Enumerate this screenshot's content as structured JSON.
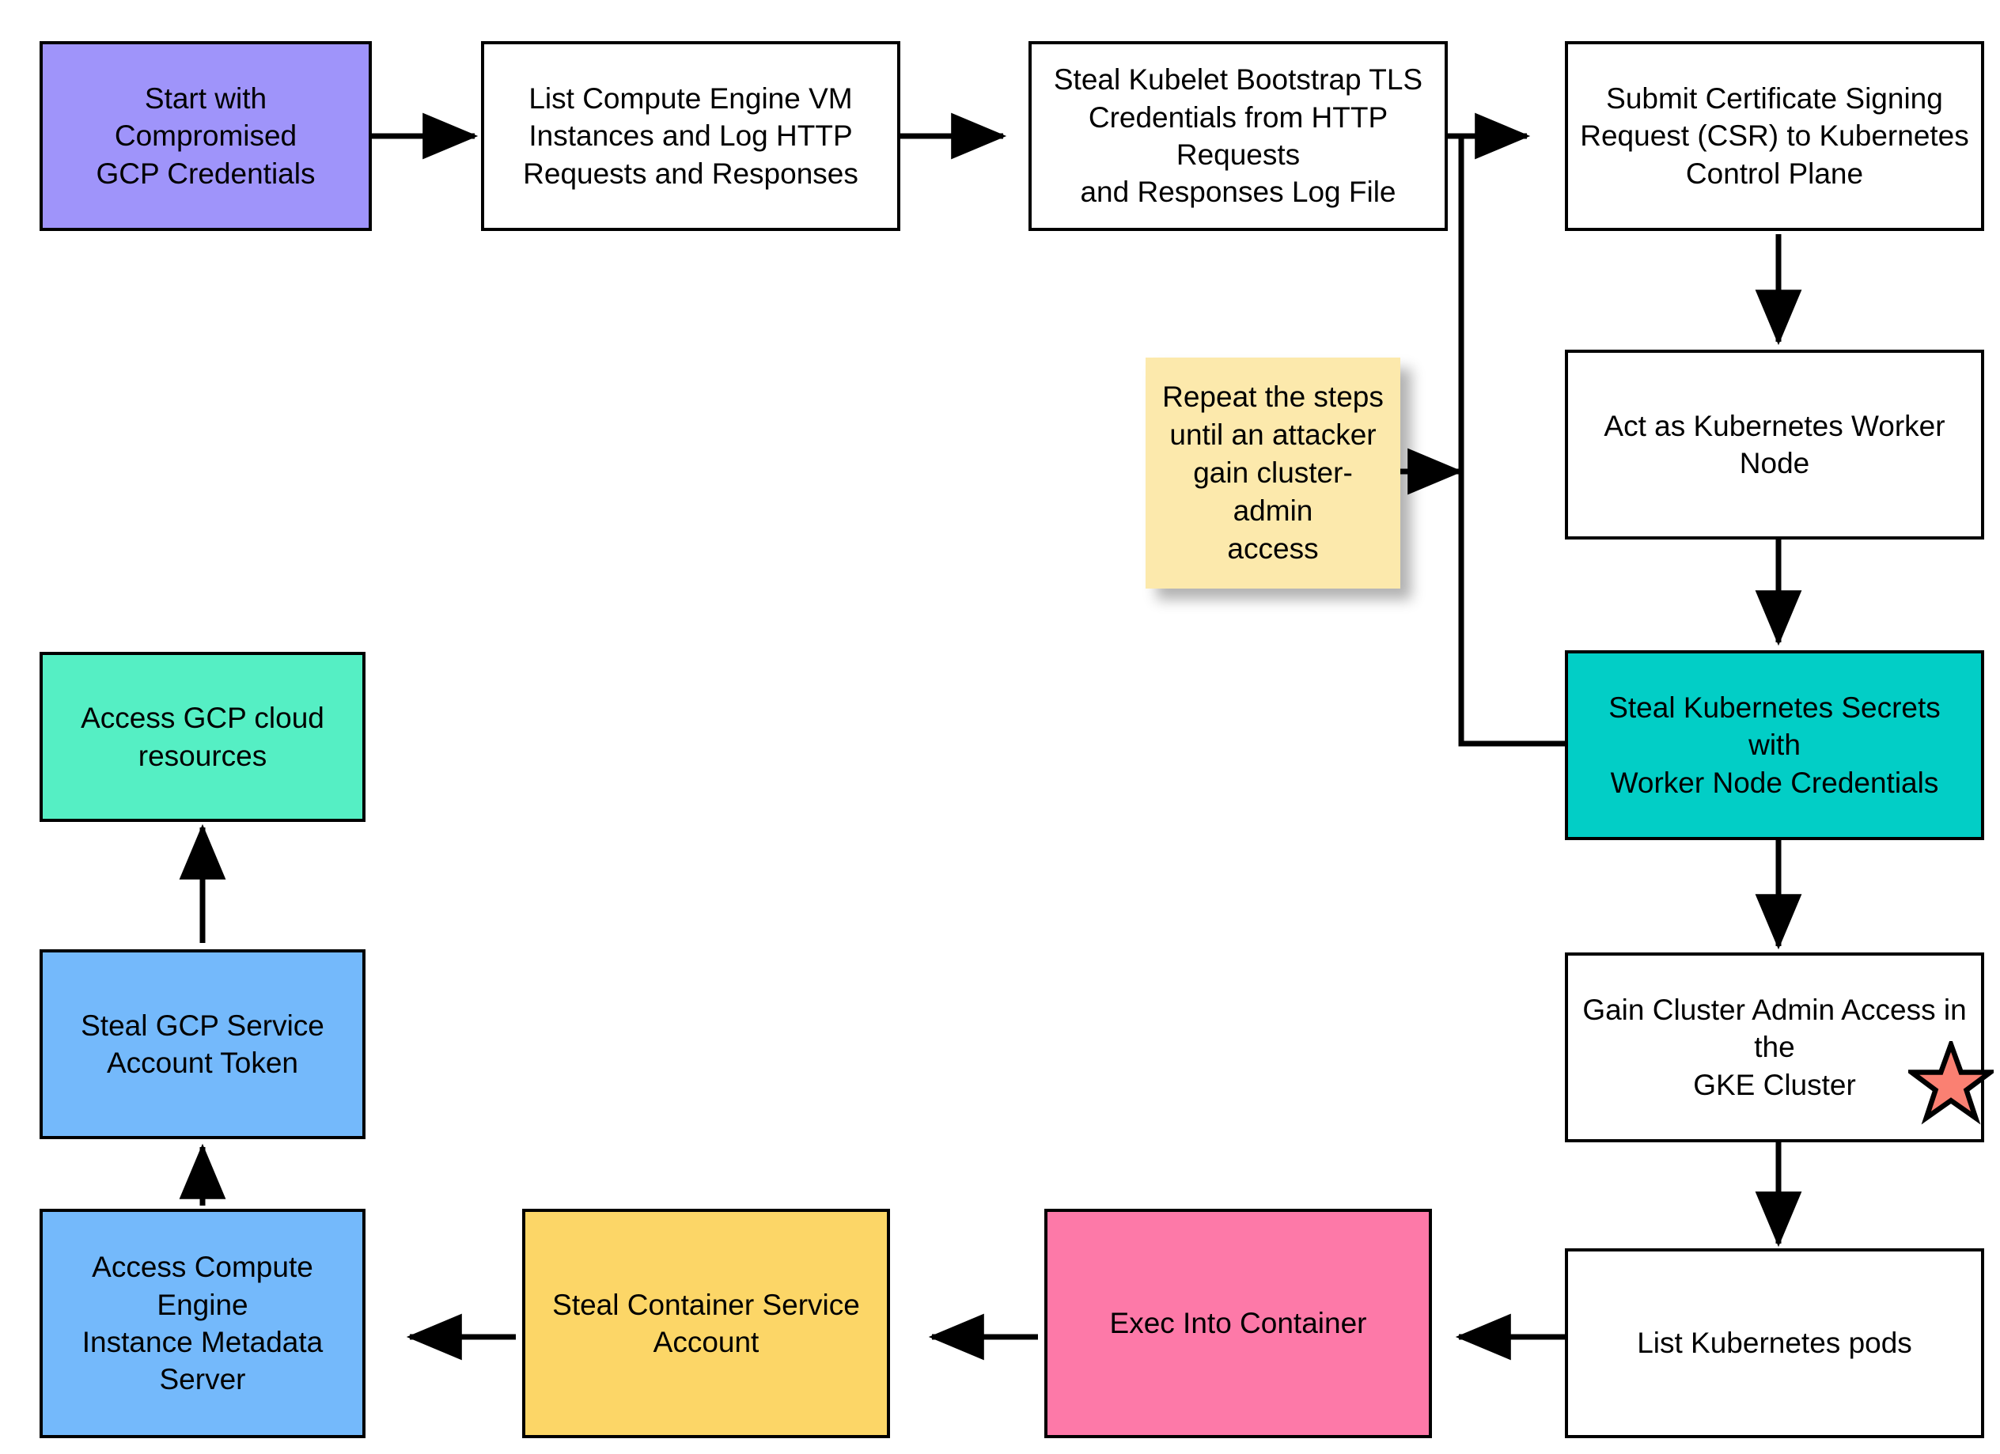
{
  "diagram": {
    "title": "GCP / GKE credential-theft attack path flowchart",
    "background": "#ffffff",
    "edge_color": "#000000",
    "border_color": "#000000"
  },
  "nodes": {
    "start_credentials": {
      "label": "Start with Compromised\nGCP Credentials",
      "fill": "#9f94fa"
    },
    "list_vm_instances": {
      "label": "List Compute Engine VM\nInstances and Log HTTP\nRequests and Responses",
      "fill": "#ffffff"
    },
    "steal_kubelet_tls": {
      "label": "Steal Kubelet Bootstrap TLS\nCredentials from HTTP Requests\nand Responses Log File",
      "fill": "#ffffff"
    },
    "submit_csr": {
      "label": "Submit Certificate Signing\nRequest (CSR) to Kubernetes\nControl Plane",
      "fill": "#ffffff"
    },
    "act_as_worker_node": {
      "label": "Act as Kubernetes Worker Node",
      "fill": "#ffffff"
    },
    "steal_k8s_secrets": {
      "label": "Steal Kubernetes Secrets with\nWorker Node Credentials",
      "fill": "#02cec6"
    },
    "gain_cluster_admin": {
      "label": "Gain Cluster Admin Access in the\nGKE Cluster",
      "fill": "#ffffff"
    },
    "list_pods": {
      "label": "List Kubernetes pods",
      "fill": "#ffffff"
    },
    "exec_into_container": {
      "label": "Exec Into Container",
      "fill": "#fd79a8"
    },
    "steal_container_sa": {
      "label": "Steal Container Service\nAccount",
      "fill": "#fcd667"
    },
    "access_metadata_server": {
      "label": "Access Compute Engine\nInstance Metadata\nServer",
      "fill": "#74b9fb"
    },
    "steal_gcp_sa_token": {
      "label": "Steal GCP Service\nAccount Token",
      "fill": "#74b9fb"
    },
    "access_gcp_resources": {
      "label": "Access GCP cloud\nresources",
      "fill": "#55efc4"
    },
    "repeat_note": {
      "label": "Repeat the steps\nuntil an attacker\ngain cluster-admin\naccess",
      "fill": "#fce9ac"
    }
  },
  "annotations": {
    "star_marker": {
      "name": "star-icon",
      "fill": "#fa8072",
      "stroke": "#000000"
    }
  }
}
